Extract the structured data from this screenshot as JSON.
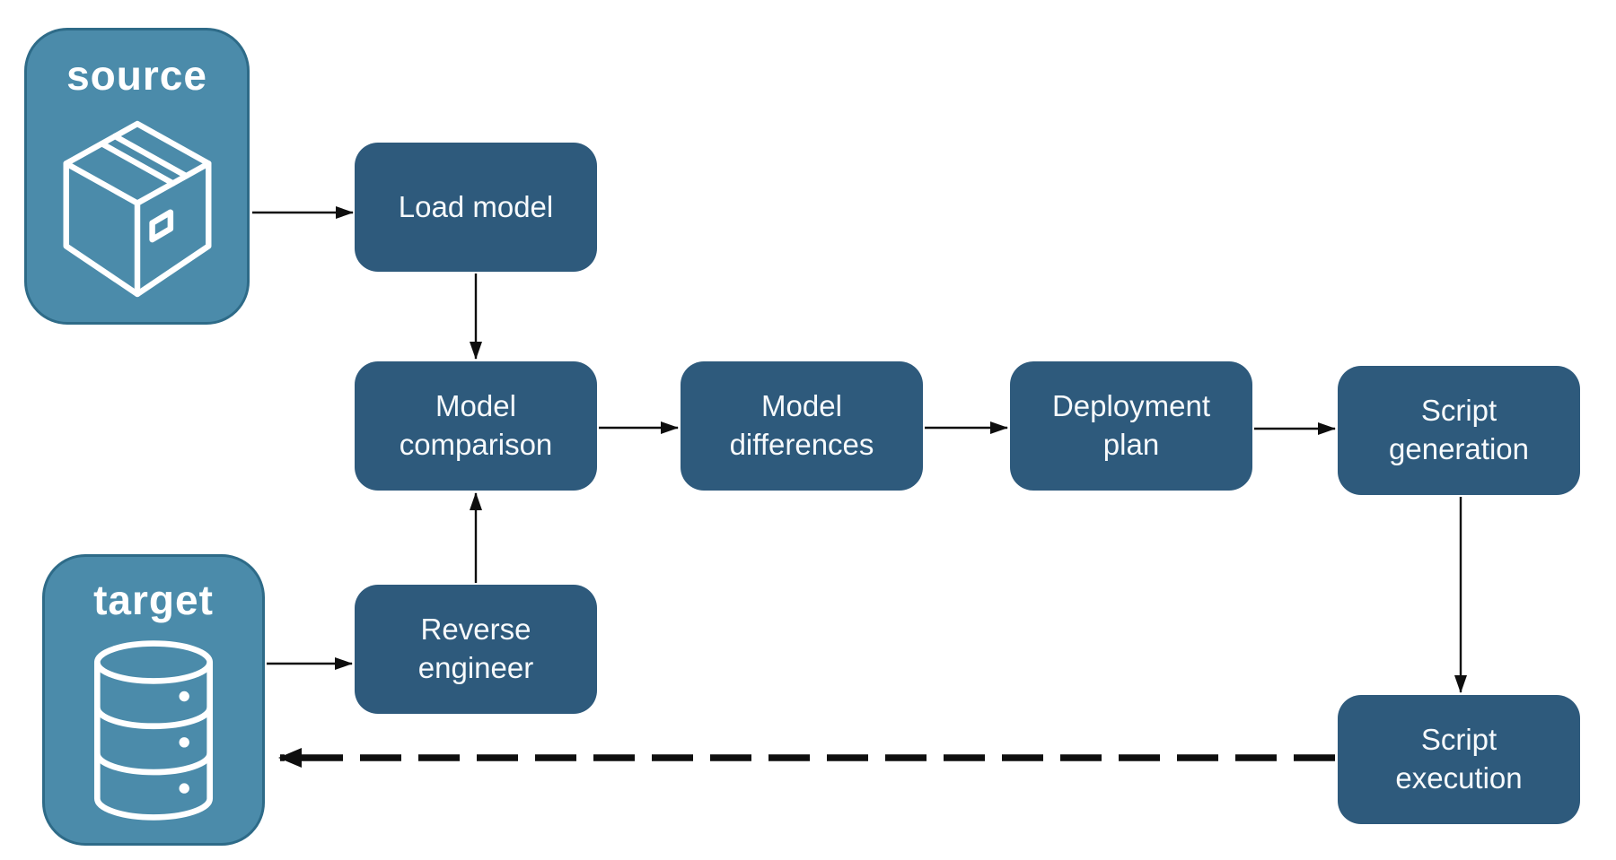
{
  "diagram": {
    "stores": [
      {
        "id": "source",
        "label": "source",
        "icon": "package-icon"
      },
      {
        "id": "target",
        "label": "target",
        "icon": "database-icon"
      }
    ],
    "steps": [
      {
        "id": "load-model",
        "label": "Load model"
      },
      {
        "id": "model-comparison",
        "label": "Model comparison"
      },
      {
        "id": "model-differences",
        "label": "Model differences"
      },
      {
        "id": "deployment-plan",
        "label": "Deployment plan"
      },
      {
        "id": "script-generation",
        "label": "Script generation"
      },
      {
        "id": "reverse-engineer",
        "label": "Reverse engineer"
      },
      {
        "id": "script-execution",
        "label": "Script execution"
      }
    ],
    "edges": [
      {
        "from": "source",
        "to": "load-model",
        "style": "solid"
      },
      {
        "from": "load-model",
        "to": "model-comparison",
        "style": "solid"
      },
      {
        "from": "reverse-engineer",
        "to": "model-comparison",
        "style": "solid"
      },
      {
        "from": "model-comparison",
        "to": "model-differences",
        "style": "solid"
      },
      {
        "from": "model-differences",
        "to": "deployment-plan",
        "style": "solid"
      },
      {
        "from": "deployment-plan",
        "to": "script-generation",
        "style": "solid"
      },
      {
        "from": "script-generation",
        "to": "script-execution",
        "style": "solid"
      },
      {
        "from": "target",
        "to": "reverse-engineer",
        "style": "solid"
      },
      {
        "from": "script-execution",
        "to": "target",
        "style": "dashed"
      }
    ],
    "colors": {
      "store_fill": "#4B8BAA",
      "store_border": "#2E6B88",
      "step_fill": "#2E5A7C",
      "store_text": "#FFFFFF",
      "step_text": "#F7FAFC",
      "arrow": "#0E0E0E",
      "background": "#FFFFFF"
    }
  }
}
